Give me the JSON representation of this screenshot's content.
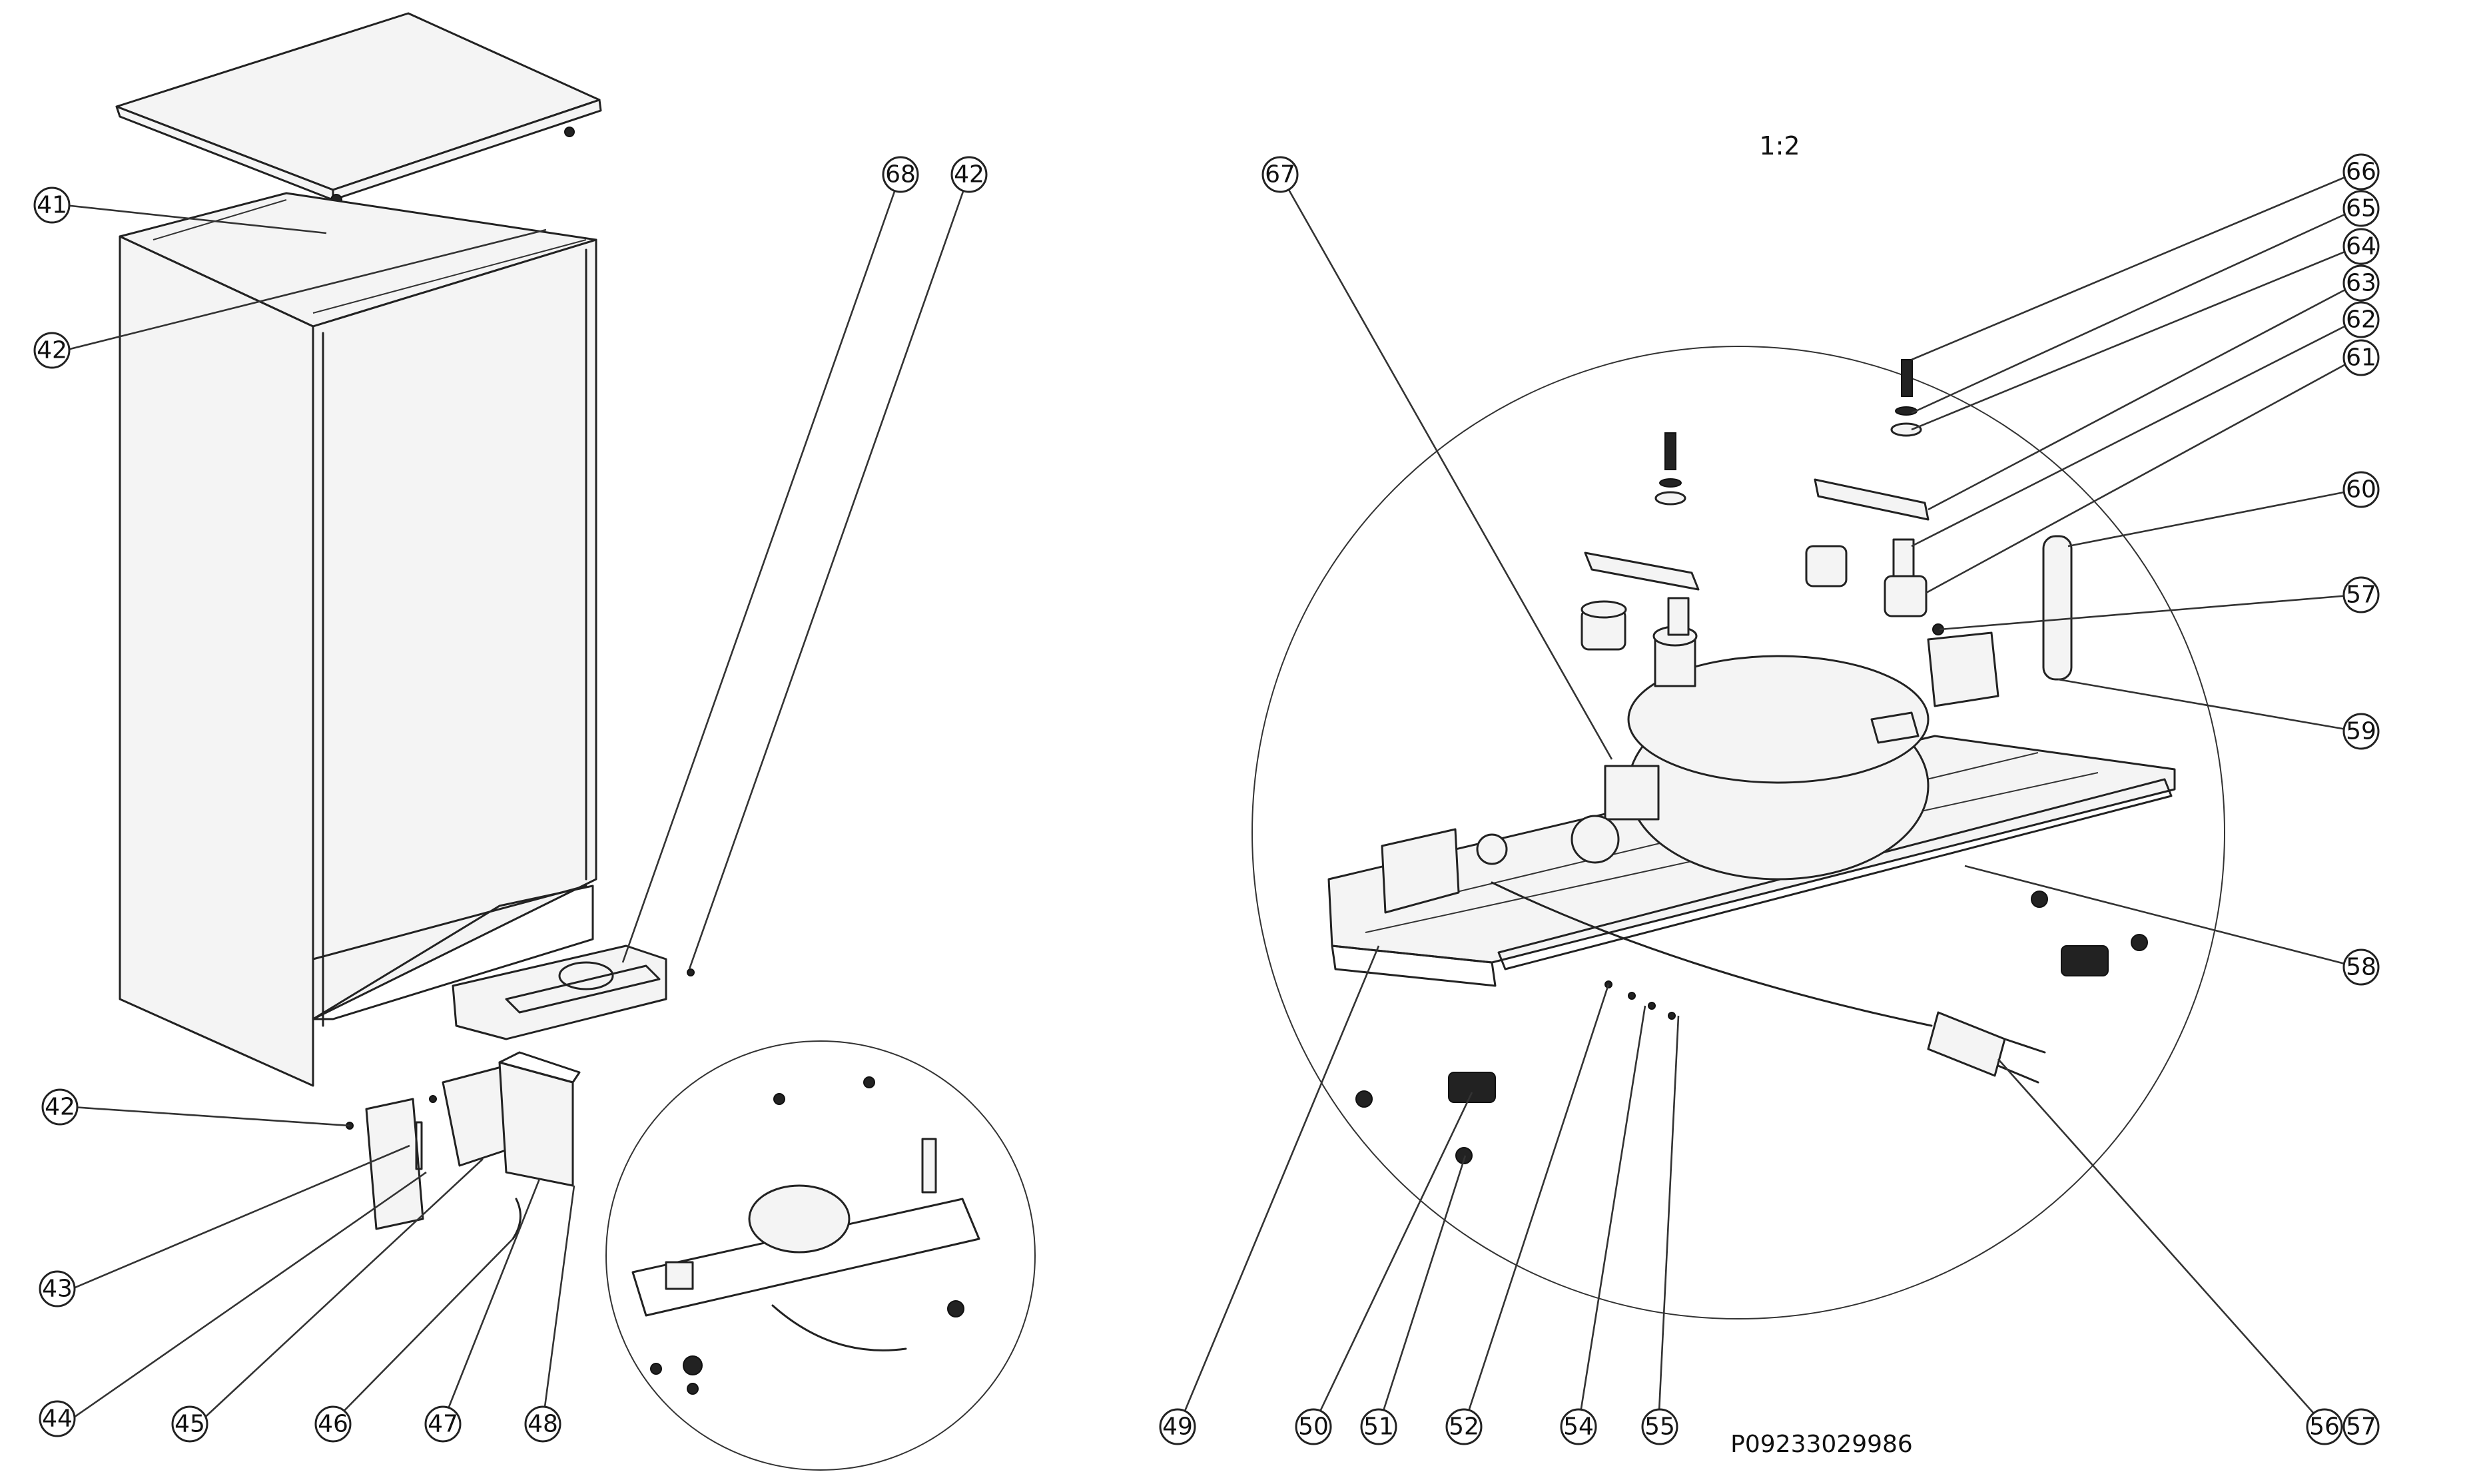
{
  "diagram": {
    "scale_label": "1:2",
    "drawing_number": "P09233029986",
    "callouts": {
      "c41": "41",
      "c42a": "42",
      "c42b": "42",
      "c42c": "42",
      "c43": "43",
      "c44": "44",
      "c45": "45",
      "c46": "46",
      "c47": "47",
      "c48": "48",
      "c49": "49",
      "c50": "50",
      "c51": "51",
      "c52": "52",
      "c54": "54",
      "c55": "55",
      "c56": "56",
      "c57a": "57",
      "c57b": "57",
      "c58": "58",
      "c59": "59",
      "c60": "60",
      "c61": "61",
      "c62": "62",
      "c63": "63",
      "c64": "64",
      "c65": "65",
      "c66": "66",
      "c67": "67",
      "c68": "68"
    }
  }
}
